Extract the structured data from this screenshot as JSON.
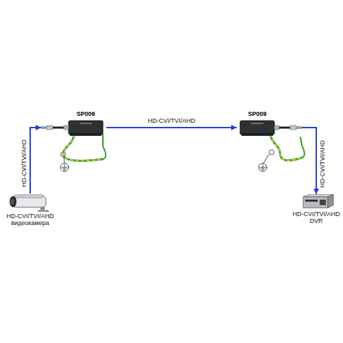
{
  "diagram": {
    "nodes": [
      {
        "text": [
          "HD-CVI/TVI/AHD видеокамера"
        ]
      },
      {
        "text": [
          "SP009"
        ]
      },
      {
        "text": [
          "SP009"
        ]
      },
      {
        "text": [
          "HD-CVI/TVI/AHD DVR"
        ]
      }
    ],
    "edges": [
      {
        "from": 0,
        "to": 1,
        "label": "HD-CVI/TVI/AHD",
        "arrow": "to"
      },
      {
        "from": 1,
        "to": 2,
        "label": "HD-CVI/TVI/AHD",
        "arrow": "to"
      },
      {
        "from": 2,
        "to": 3,
        "label": "HD-CVI/TVI/AHD",
        "arrow": "to"
      }
    ]
  }
}
